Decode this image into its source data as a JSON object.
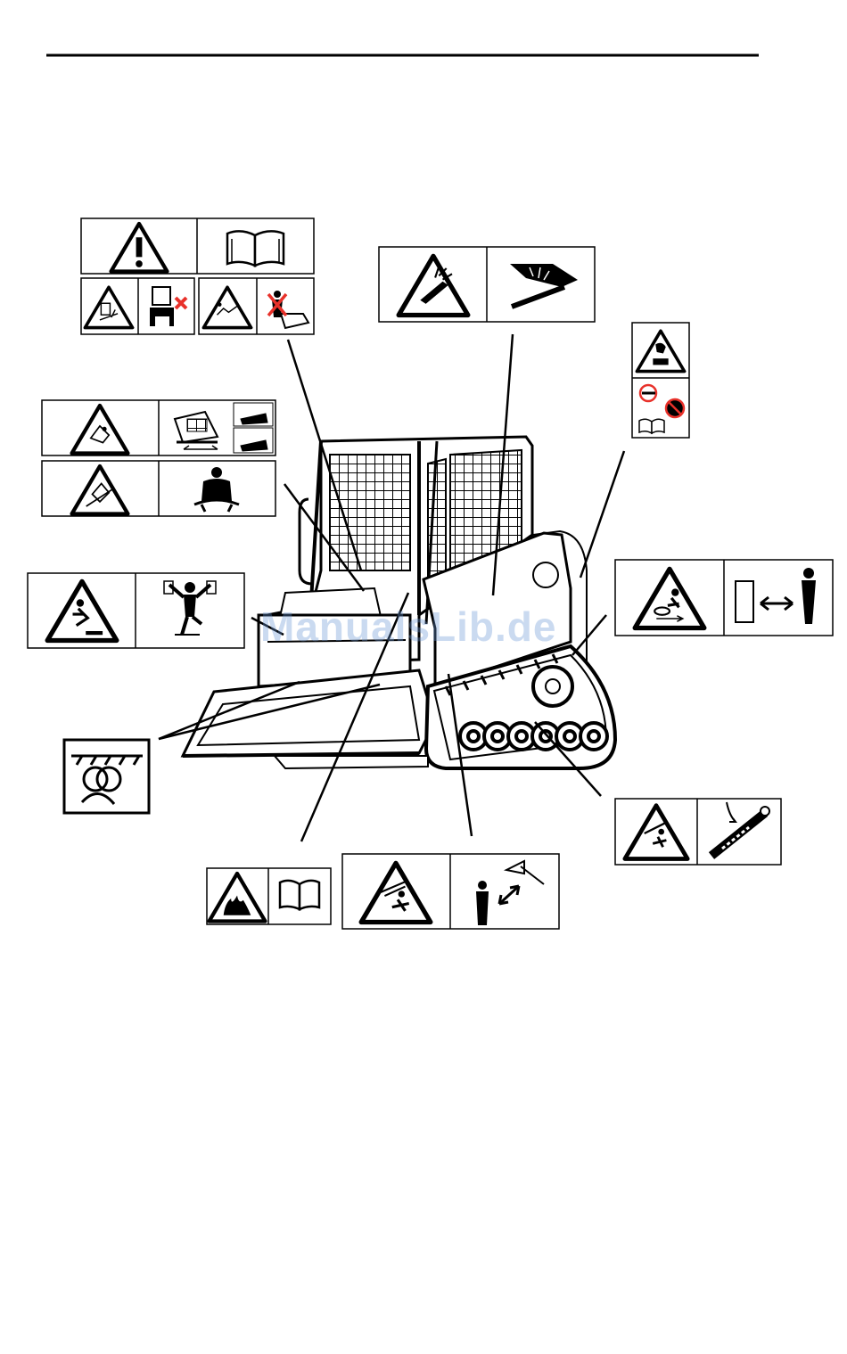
{
  "watermark": "ManualsLib.de",
  "colors": {
    "ink": "#000000",
    "paper": "#ffffff",
    "prohibit": "#e8312a",
    "watermark": "#6a97d6"
  },
  "decals": [
    {
      "id": "decal-general-warning-manual",
      "icons": [
        "warning-exclamation-icon",
        "operators-manual-icon",
        "crush-hazard-icon",
        "no-operating-without-rops-icon",
        "lift-arm-crush-icon",
        "no-standing-under-arm-icon"
      ]
    },
    {
      "id": "decal-high-pressure-fluid",
      "icons": [
        "high-pressure-fluid-icon",
        "no-hand-leak-check-icon"
      ]
    },
    {
      "id": "decal-hot-surface",
      "icons": [
        "hot-surface-icon",
        "no-touch-icon",
        "manual-icon"
      ]
    },
    {
      "id": "decal-rollover-seatbelt",
      "icons": [
        "rollover-hazard-icon",
        "load-travel-icon",
        "tipover-hazard-icon",
        "wear-seatbelt-icon"
      ]
    },
    {
      "id": "decal-fall-hazard",
      "icons": [
        "fall-hazard-icon",
        "three-point-contact-icon"
      ]
    },
    {
      "id": "decal-crush-distance",
      "icons": [
        "track-crush-hazard-icon",
        "keep-distance-icon"
      ]
    },
    {
      "id": "decal-tie-down",
      "icons": [
        "tie-down-point-icon"
      ]
    },
    {
      "id": "decal-arm-support",
      "icons": [
        "falling-arm-hazard-icon",
        "use-arm-support-icon"
      ]
    },
    {
      "id": "decal-fire-hazard",
      "icons": [
        "fire-hazard-icon",
        "manual-icon"
      ]
    },
    {
      "id": "decal-crush-bucket",
      "icons": [
        "crush-hazard-bucket-icon",
        "stay-clear-bucket-icon"
      ]
    }
  ]
}
